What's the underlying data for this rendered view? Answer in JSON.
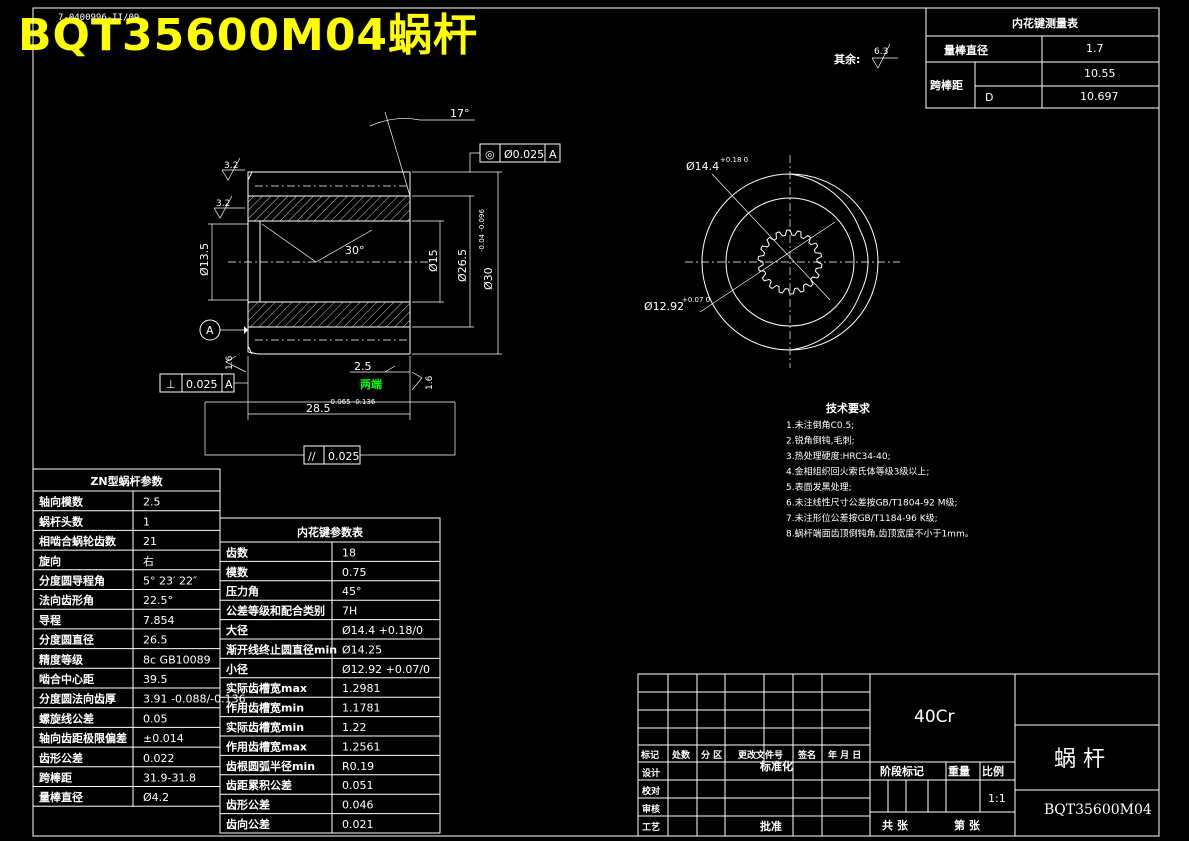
{
  "overlay_title": "BQT35600M04蜗杆",
  "drawing_id": "7-0400996-II/09",
  "roughness_rest": {
    "label": "其余:",
    "value": "6.3"
  },
  "roughness_marks": [
    "3.2",
    "3.2",
    "1.6",
    "1.6"
  ],
  "dims": {
    "angle_top": "17°",
    "angle_inner": "30°",
    "d13_5": "Ø13.5",
    "d15": "Ø15",
    "d26_5": "Ø26.5",
    "d30": "Ø30",
    "d30_tol": "-0.04 -0.096",
    "len": "28.5",
    "len_tol": "-0.065 -0.136",
    "chamfer": "2.5",
    "both_ends": "两端",
    "d14_4": "Ø14.4",
    "d14_4_tol": "+0.18 0",
    "d12_92": "Ø12.92",
    "d12_92_tol": "+0.07 0"
  },
  "tolerance_frames": {
    "concentricity": {
      "symbol": "◎",
      "value": "Ø0.025",
      "datum": "A"
    },
    "perpendicularity": {
      "symbol": "⊥",
      "value": "0.025",
      "datum": "A"
    },
    "parallelism": {
      "symbol": "//",
      "value": "0.025"
    },
    "datum": "A"
  },
  "spline_measure": {
    "title": "内花键测量表",
    "rows": [
      {
        "label": "量棒直径",
        "sub": "",
        "value": "1.7"
      },
      {
        "label": "跨棒距",
        "sub": "",
        "value": "10.55"
      },
      {
        "label": "",
        "sub": "D",
        "value": "10.697"
      }
    ]
  },
  "worm_params": {
    "title": "ZN型蜗杆参数",
    "rows": [
      [
        "轴向模数",
        "2.5"
      ],
      [
        "蜗杆头数",
        "1"
      ],
      [
        "相啮合蜗轮齿数",
        "21"
      ],
      [
        "旋向",
        "右"
      ],
      [
        "分度圆导程角",
        "5° 23′ 22″"
      ],
      [
        "法向齿形角",
        "22.5°"
      ],
      [
        "导程",
        "7.854"
      ],
      [
        "分度圆直径",
        "26.5"
      ],
      [
        "精度等级",
        "8c GB10089"
      ],
      [
        "啮合中心距",
        "39.5"
      ],
      [
        "分度圆法向齿厚",
        "3.91 -0.088/-0.136"
      ],
      [
        "螺旋线公差",
        "0.05"
      ],
      [
        "轴向齿距极限偏差",
        "±0.014"
      ],
      [
        "齿形公差",
        "0.022"
      ],
      [
        "跨棒距",
        "31.9-31.8"
      ],
      [
        "量棒直径",
        "Ø4.2"
      ]
    ]
  },
  "spline_params": {
    "title": "内花键参数表",
    "rows": [
      [
        "齿数",
        "18"
      ],
      [
        "模数",
        "0.75"
      ],
      [
        "压力角",
        "45°"
      ],
      [
        "公差等级和配合类别",
        "7H"
      ],
      [
        "大径",
        "Ø14.4 +0.18/0"
      ],
      [
        "渐开线终止圆直径min",
        "Ø14.25"
      ],
      [
        "小径",
        "Ø12.92 +0.07/0"
      ],
      [
        "实际齿槽宽max",
        "1.2981"
      ],
      [
        "作用齿槽宽min",
        "1.1781"
      ],
      [
        "实际齿槽宽min",
        "1.22"
      ],
      [
        "作用齿槽宽max",
        "1.2561"
      ],
      [
        "齿根圆弧半径min",
        "R0.19"
      ],
      [
        "齿距累积公差",
        "0.051"
      ],
      [
        "齿形公差",
        "0.046"
      ],
      [
        "齿向公差",
        "0.021"
      ]
    ]
  },
  "tech_requirements": {
    "title": "技术要求",
    "items": [
      "1.未注倒角C0.5;",
      "2.锐角倒钝,毛刺;",
      "3.热处理硬度:HRC34-40;",
      "4.金相组织回火索氏体等级3级以上;",
      "5.表面发黑处理;",
      "6.未注线性尺寸公差按GB/T1804-92 M级;",
      "7.未注形位公差按GB/T1184-96 K级;",
      "8.蜗杆端面齿顶倒钝角,齿顶宽度不小于1mm。"
    ]
  },
  "title_block": {
    "material": "40Cr",
    "name": "蜗  杆",
    "code": "BQT35600M04",
    "scale": "1:1",
    "headers": [
      "标记",
      "处数",
      "分 区",
      "更改文件号",
      "签名",
      "年 月 日"
    ],
    "left_rows": [
      "设计",
      "校对",
      "审核",
      "工艺"
    ],
    "standardize": "标准化",
    "approve": "批准",
    "stage_label": "阶段标记",
    "weight_label": "重量",
    "scale_label": "比例",
    "sheet_total": "共    张",
    "sheet_no": "第    张"
  }
}
